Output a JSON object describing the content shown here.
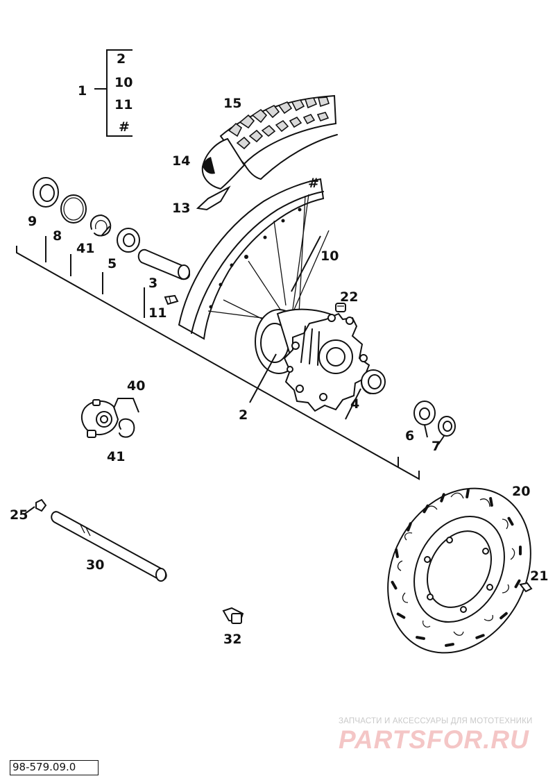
{
  "labels": {
    "l1": "1",
    "g2": "2",
    "g10": "10",
    "g11": "11",
    "ghash": "#",
    "l15": "15",
    "l14": "14",
    "l13": "13",
    "lhash": "#",
    "l9": "9",
    "l8": "8",
    "l41a": "41",
    "l5": "5",
    "l3": "3",
    "l11": "11",
    "l10": "10",
    "l22": "22",
    "l2": "2",
    "l4": "4",
    "l6": "6",
    "l7": "7",
    "l40": "40",
    "l41b": "41",
    "l20": "20",
    "l21": "21",
    "l25": "25",
    "l30": "30",
    "l32": "32"
  },
  "diagram_code": "98-579.09.0",
  "watermark": {
    "subtitle": "ЗАПЧАСТИ И АКСЕССУАРЫ ДЛЯ МОТОТЕХНИКИ",
    "logo": "PARTSFOR.RU"
  }
}
